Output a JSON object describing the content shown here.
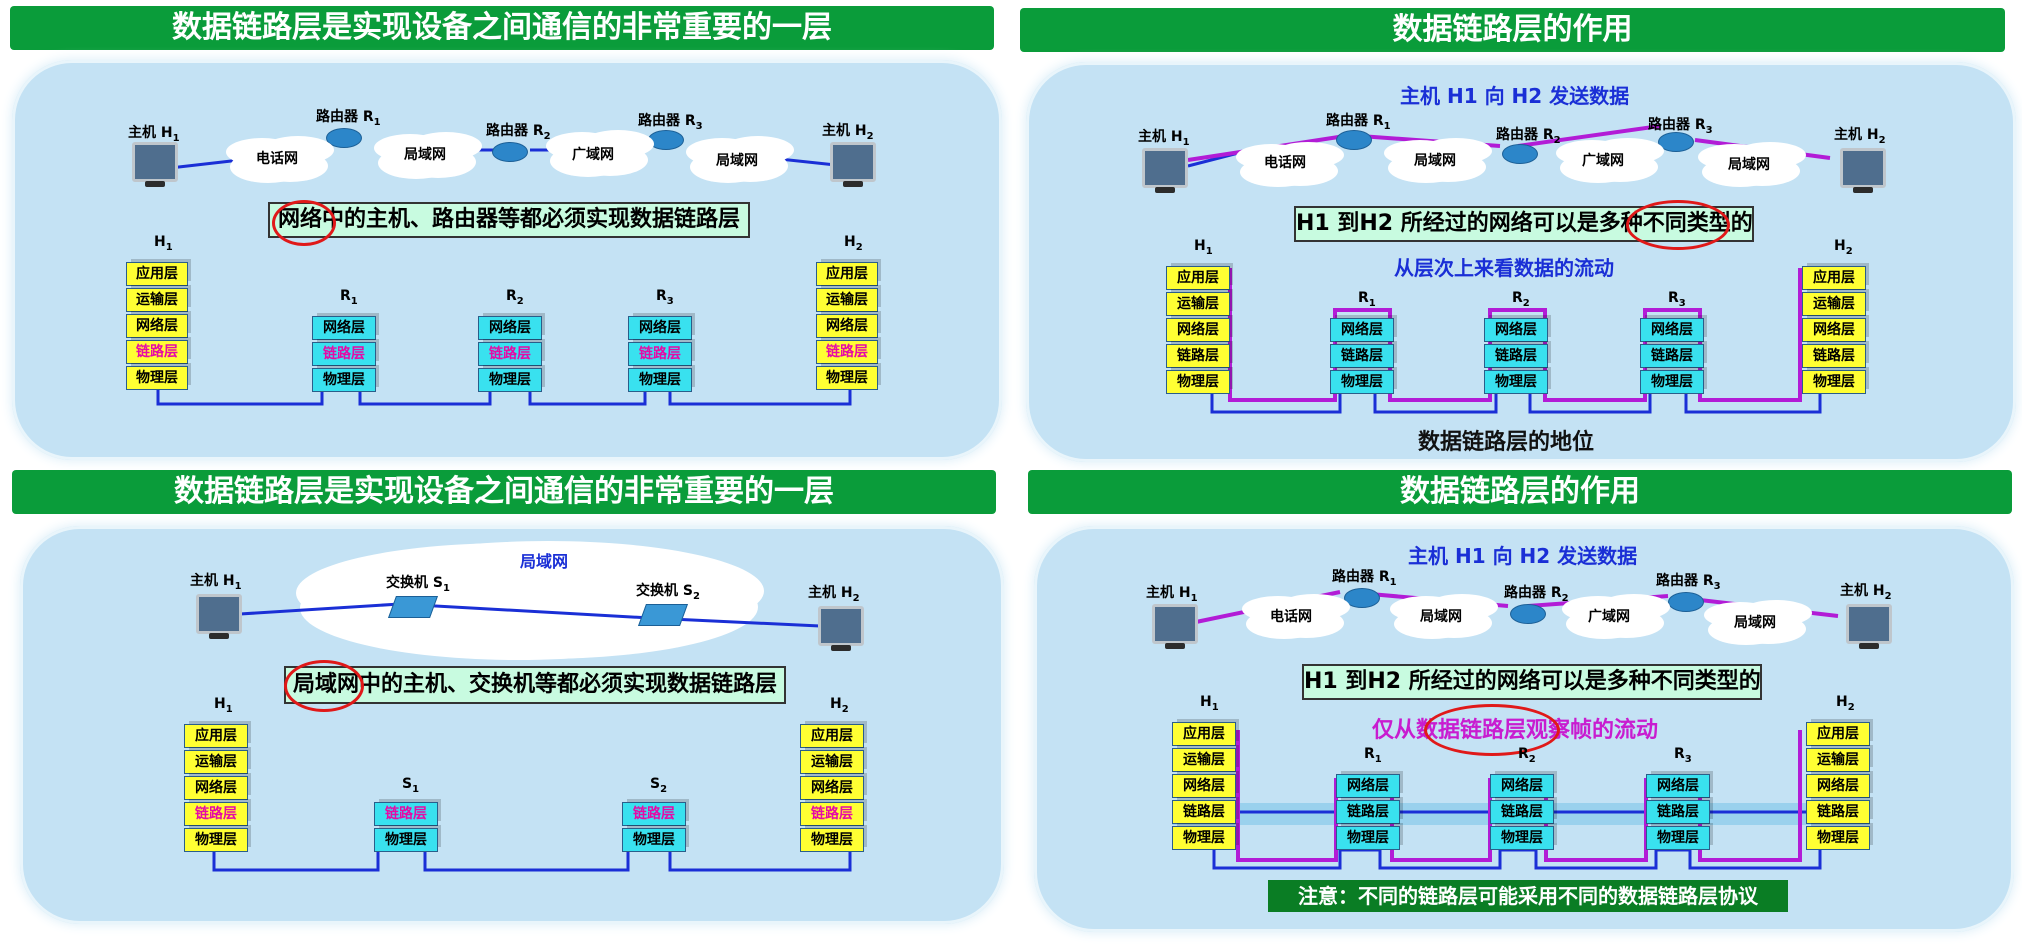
{
  "panels": {
    "p1": {
      "title": "数据链路层是实现设备之间通信的非常重要的一层",
      "network": {
        "host1": "主机 H",
        "host1_sub": "1",
        "host2": "主机 H",
        "host2_sub": "2",
        "router1": "路由器 R",
        "router1_sub": "1",
        "router2": "路由器 R",
        "router2_sub": "2",
        "router3": "路由器 R",
        "router3_sub": "3",
        "cloud1": "电话网",
        "cloud2": "局域网",
        "cloud3": "广域网",
        "cloud4": "局域网"
      },
      "band": "网络中的主机、路由器等都必须实现数据链路层",
      "stack_h1_label": "H",
      "stack_h1_sub": "1",
      "stack_h2_label": "H",
      "stack_h2_sub": "2",
      "r1": "R",
      "r1_sub": "1",
      "r2": "R",
      "r2_sub": "2",
      "r3": "R",
      "r3_sub": "3"
    },
    "p2": {
      "title": "数据链路层的作用",
      "subtitle": "主机 H1 向 H2 发送数据",
      "band": "H1 到H2 所经过的网络可以是多种不同类型的",
      "layer_caption": "从层次上来看数据的流动",
      "bottom_caption": "数据链路层的地位"
    },
    "p3": {
      "title": "数据链路层是实现设备之间通信的非常重要的一层",
      "lan": "局域网",
      "switch1": "交换机 S",
      "switch1_sub": "1",
      "switch2": "交换机 S",
      "switch2_sub": "2",
      "band": "局域网中的主机、交换机等都必须实现数据链路层",
      "s1": "S",
      "s1_sub": "1",
      "s2": "S",
      "s2_sub": "2"
    },
    "p4": {
      "title": "数据链路层的作用",
      "subtitle": "主机 H1 向 H2 发送数据",
      "band": "H1 到H2 所经过的网络可以是多种不同类型的",
      "frame_caption": "仅从数据链路层观察帧的流动",
      "note": "注意：不同的链路层可能采用不同的数据链路层协议"
    }
  },
  "layers": {
    "full": [
      "应用层",
      "运输层",
      "网络层",
      "链路层",
      "物理层"
    ],
    "router": [
      "网络层",
      "链路层",
      "物理层"
    ],
    "switch": [
      "链路层",
      "物理层"
    ]
  },
  "colors": {
    "header_green": "#0a9c3a",
    "board_blue": "#c4e2f4",
    "layer_yellow": "#ffff33",
    "layer_cyan": "#39e1ef",
    "link_blue": "#1a2fd6",
    "flow_magenta": "#b21cd6",
    "highlight_red": "#e01919"
  }
}
